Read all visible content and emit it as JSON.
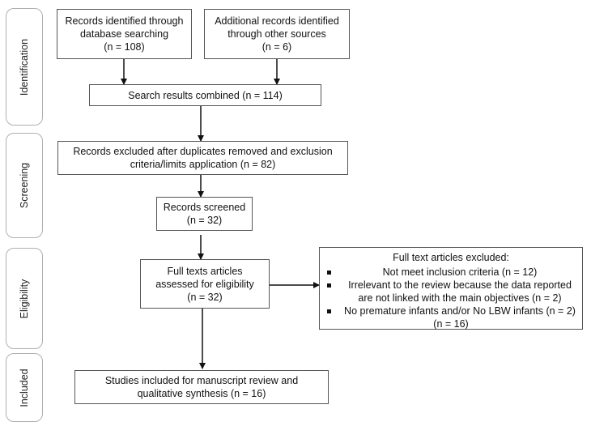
{
  "stages": [
    "Identification",
    "Screening",
    "Eligibility",
    "Included"
  ],
  "boxes": {
    "database": [
      "Records identified through",
      "database searching",
      "(n = 108)"
    ],
    "other": [
      "Additional records identified",
      "through other sources",
      "(n = 6)"
    ],
    "combined": [
      "Search results combined (n = 114)"
    ],
    "excluded_dup": [
      "Records excluded after duplicates removed and exclusion",
      "criteria/limits  application (n = 82)"
    ],
    "screened": [
      "Records screened",
      "(n = 32)"
    ],
    "eligibility": [
      "Full texts articles",
      "assessed for eligibility",
      "(n = 32)"
    ],
    "included": [
      "Studies included for manuscript review and",
      "qualitative synthesis (n = 16)"
    ]
  },
  "fulltext_excluded": {
    "title": "Full text articles excluded:",
    "items": [
      "Not meet inclusion criteria (n = 12)",
      "Irrelevant to the review because the data reported are not linked with the main objectives (n = 2)",
      "No premature infants and/or No LBW infants (n = 2)"
    ],
    "total": "(n = 16)"
  }
}
